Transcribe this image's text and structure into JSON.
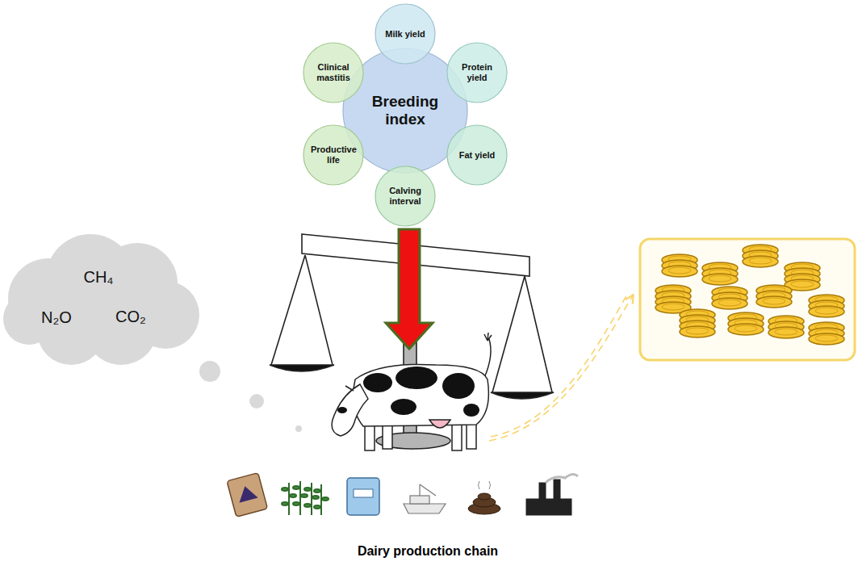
{
  "diagram": {
    "nodes": [
      {
        "text": [
          "Breeding index"
        ]
      },
      {
        "text": [
          "Milk yield"
        ]
      },
      {
        "text": [
          "Protein yield"
        ]
      },
      {
        "text": [
          "Fat yield"
        ]
      },
      {
        "text": [
          "Calving interval"
        ]
      },
      {
        "text": [
          "Productive life"
        ]
      },
      {
        "text": [
          "Clinical mastitis"
        ]
      },
      {
        "text": [
          "CH₄",
          "N₂O",
          "CO₂"
        ]
      }
    ],
    "labels": [
      "Dairy production chain"
    ]
  }
}
